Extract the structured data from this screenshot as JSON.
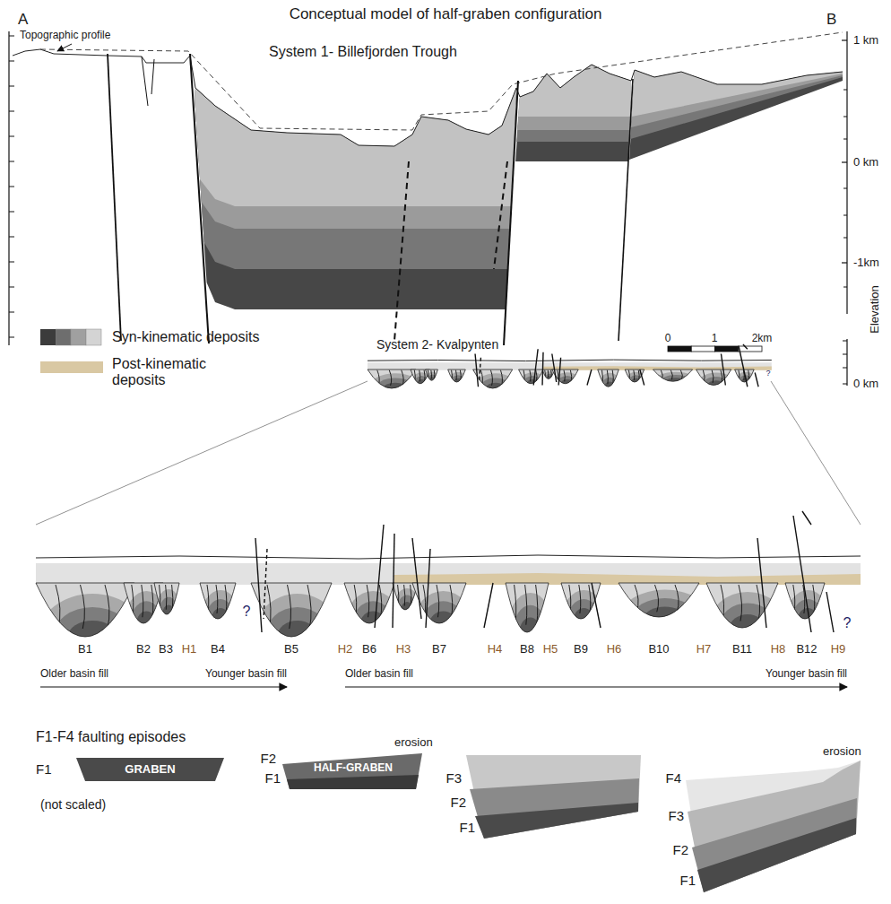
{
  "diagram": {
    "title": "Conceptual model of half-graben configuration",
    "nodes": [
      {
        "text": [
          "GRABEN"
        ]
      },
      {
        "text": [
          "HALF-GRABEN"
        ]
      }
    ],
    "labels": [
      "A",
      "B",
      "Topographic profile",
      "System 1- Billefjorden Trough",
      "1 km",
      "0 km",
      "-1km",
      "Elevation",
      "System 2- Kvalpynten",
      "0",
      "1",
      "2km",
      "0 km",
      "?",
      "B1",
      "B2",
      "B3",
      "H1",
      "B4",
      "B5",
      "H2",
      "B6",
      "H3",
      "B7",
      "H4",
      "B8",
      "H5",
      "B9",
      "H6",
      "B10",
      "H7",
      "B11",
      "H8",
      "B12",
      "H9",
      "?",
      "?",
      "Older basin fill",
      "Younger basin fill",
      "Older basin fill",
      "Younger basin fill",
      "F1-F4 faulting episodes",
      "F1",
      "(not scaled)",
      "F2",
      "F1",
      "erosion",
      "F3",
      "F2",
      "F1",
      "F4",
      "F3",
      "F2",
      "F1",
      "erosion"
    ],
    "legend": [
      {
        "text": "Syn-kinematic deposits",
        "color": "#3c3c3c"
      },
      {
        "text": "Post-kinematic deposits",
        "color": "#d9c8a3"
      }
    ]
  }
}
